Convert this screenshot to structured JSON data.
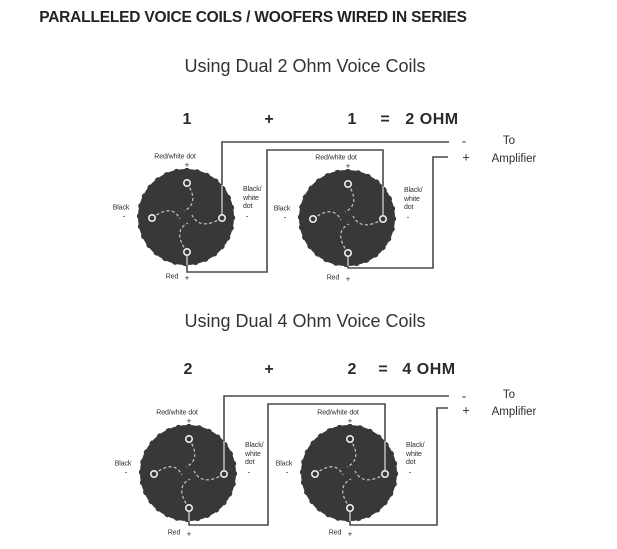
{
  "title": "PARALLELED VOICE COILS / WOOFERS WIRED IN SERIES",
  "colors": {
    "ink": "#2f2f2f",
    "wire": "#4a4a4a",
    "speaker": "#383838",
    "coil": "#c6c6c6",
    "background": "#ffffff"
  },
  "speaker_labels": {
    "top": "Red/white dot",
    "top_mark": "+",
    "left": "Black",
    "left_mark": "-",
    "right_line1": "Black/",
    "right_line2": "white",
    "right_line3": "dot",
    "right_mark": "-",
    "bottom": "Red",
    "bottom_mark": "+"
  },
  "amplifier": {
    "negative": "-",
    "positive": "+",
    "to": "To",
    "label": "Amplifier"
  },
  "sections": [
    {
      "subtitle": "Using Dual 2 Ohm Voice Coils",
      "equation": {
        "operand1": "1",
        "plus": "+",
        "operand2": "1",
        "equals": "=",
        "result": "2 OHM"
      }
    },
    {
      "subtitle": "Using Dual 4 Ohm Voice Coils",
      "equation": {
        "operand1": "2",
        "plus": "+",
        "operand2": "2",
        "equals": "=",
        "result": "4 OHM"
      }
    }
  ]
}
